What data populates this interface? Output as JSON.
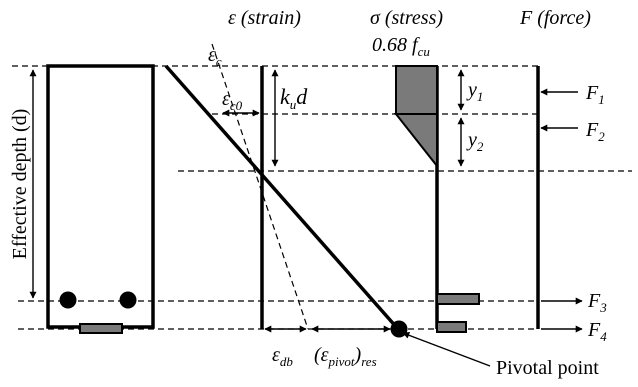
{
  "headers": {
    "strain": "ε (strain)",
    "stress": "σ (stress)",
    "force": "F (force)"
  },
  "stress_block_label": {
    "coef": "0.68",
    "sym": "f",
    "sub": "cu"
  },
  "section_label": "Effective depth (d)",
  "strain_labels": {
    "ec_base": "ε",
    "ec_sub": "c",
    "ec0_base": "ε",
    "ec0_sub": "c0",
    "kud_k": "k",
    "kud_u": "u",
    "kud_d": "d",
    "edb_base": "ε",
    "edb_sub": "db",
    "pivot_open": "(ε",
    "pivot_sub": "pivot",
    "pivot_close": ")",
    "pivot_res": "res"
  },
  "stress_dims": [
    {
      "base": "y",
      "sub": "1"
    },
    {
      "base": "y",
      "sub": "2"
    }
  ],
  "forces": [
    {
      "base": "F",
      "sub": "1"
    },
    {
      "base": "F",
      "sub": "2"
    },
    {
      "base": "F",
      "sub": "3"
    },
    {
      "base": "F",
      "sub": "4"
    }
  ],
  "pivotal_point_label": "Pivotal point",
  "colors": {
    "line": "#000000",
    "block_fill": "#7a7a7a",
    "background": "#ffffff"
  }
}
